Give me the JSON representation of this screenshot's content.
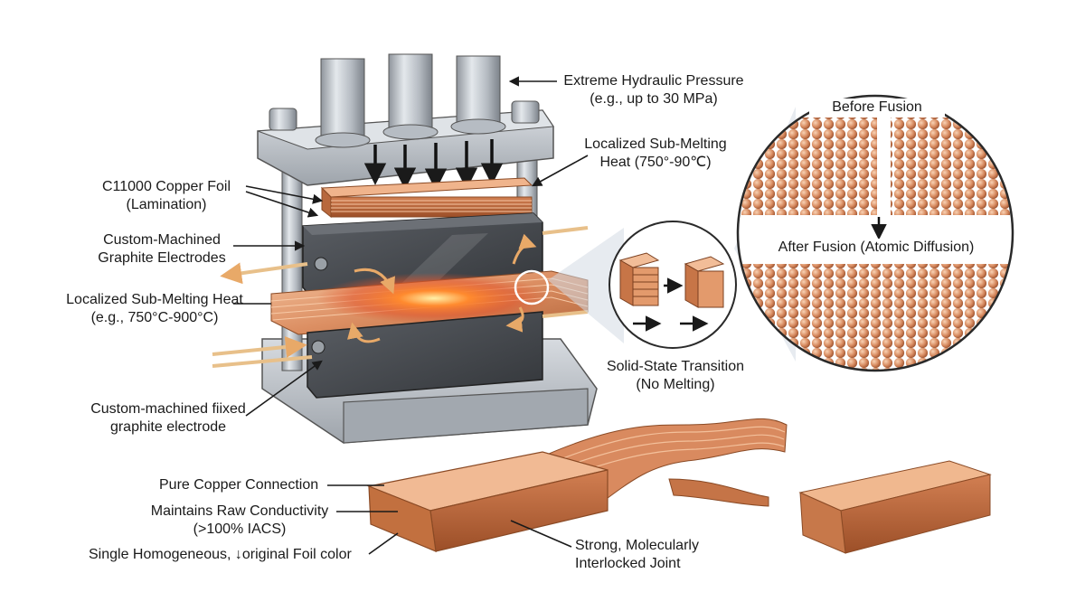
{
  "labels": {
    "hydraulic_l1": "Extreme Hydraulic Pressure",
    "hydraulic_l2": "(e.g., up to 30 MPa)",
    "heat_top_l1": "Localized Sub-Melting",
    "heat_top_l2": "Heat (750°-90℃)",
    "foil_l1": "C11000 Copper Foil",
    "foil_l2": "(Lamination)",
    "electrodes_l1": "Custom-Machined",
    "electrodes_l2": "Graphite Electrodes",
    "heat_left_l1": "Localized Sub-Melting Heat",
    "heat_left_l2": "(e.g., 750°C-900°C)",
    "fixed_electrode_l1": "Custom-machined fiixed",
    "fixed_electrode_l2": "graphite electrode",
    "before_fusion": "Before Fusion",
    "after_fusion": "After Fusion (Atomic Diffusion)",
    "solid_state_l1": "Solid-State Transition",
    "solid_state_l2": "(No Melting)",
    "pure_copper": "Pure Copper Connection",
    "conductivity_l1": "Maintains Raw Conductivity",
    "conductivity_l2": "(>100% IACS)",
    "homogeneous": "Single Homogeneous, ↓original Foil color",
    "joint_l1": "Strong, Molecularly",
    "joint_l2": "Interlocked Joint"
  },
  "colors": {
    "copper_light": "#f0b48c",
    "copper_mid": "#d98a5f",
    "copper_dark": "#a8582f",
    "graphite": "#4a4d52",
    "steel": "#b9bfc6",
    "heat_glow": "#ff7a2a",
    "accent_arrow": "#e8b97a"
  },
  "icons": [
    "pressure-arrow-icon",
    "heat-circulation-arrow-icon",
    "current-flow-arrow-icon",
    "magnifier-callout-icon"
  ]
}
